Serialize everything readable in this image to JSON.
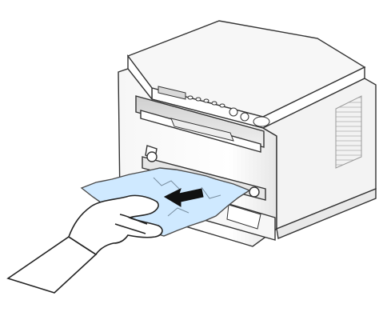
{
  "illustration": {
    "subject": "printer",
    "action": "removing-jammed-paper",
    "direction": "pull-out-left",
    "colors": {
      "paper_fill": "#cfe9ff",
      "paper_stroke": "#4a4a4a",
      "line": "#333333",
      "shading": "#d9d9d9",
      "background": "#ffffff"
    },
    "icons": {
      "arrow": "arrow-left-icon",
      "hand": "hand-icon",
      "printer": "printer-icon"
    }
  }
}
